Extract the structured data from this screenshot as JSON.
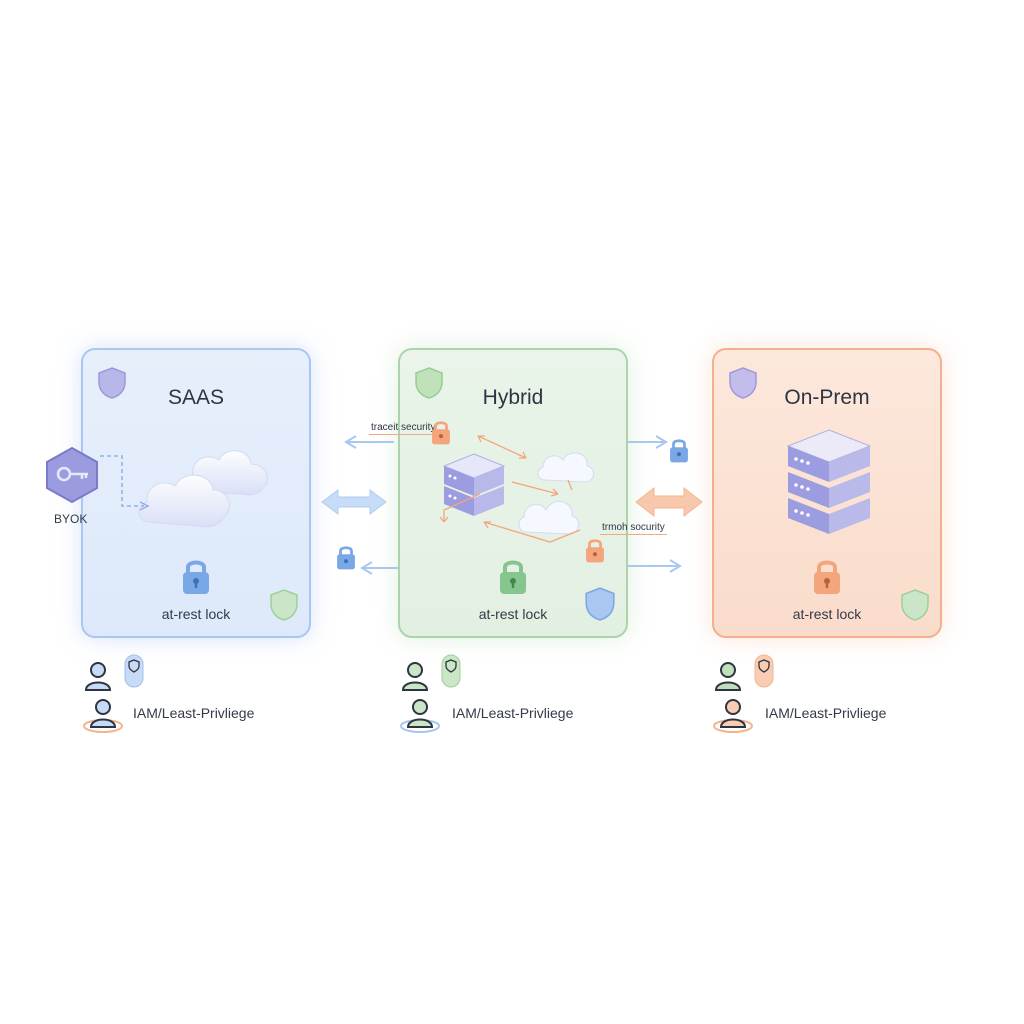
{
  "panels": [
    {
      "id": "saas",
      "title": "SAAS",
      "footer": "at-rest lock",
      "border": "#a9c7f0",
      "fill": "#e6effb",
      "accent": "#7aa8e6"
    },
    {
      "id": "hybrid",
      "title": "Hybrid",
      "footer": "at-rest lock",
      "border": "#acd3ac",
      "fill": "#e8f3e8",
      "accent": "#86c58e"
    },
    {
      "id": "onprem",
      "title": "On-Prem",
      "footer": "at-rest lock",
      "border": "#f2b08c",
      "fill": "#fbe3d6",
      "accent": "#f4a57c"
    }
  ],
  "byok": {
    "label": "BYOK"
  },
  "transit_labels": {
    "left": "traceit security",
    "right": "trmoh socurity"
  },
  "iam": {
    "saas": "IAM/Least-Privliege",
    "hybrid": "IAM/Least-Privliege",
    "onprem": "IAM/Least-Privliege"
  },
  "colors": {
    "shield_purple": "#b3b3e6",
    "shield_green": "#b9dfb4",
    "shield_blue": "#9fc0ef",
    "server_purple": "#9c9ce0",
    "arrow_blue": "#a9c7f0",
    "arrow_orange": "#f4b48f"
  },
  "icons": [
    "shield-icon",
    "cloud-icon",
    "lock-icon",
    "key-icon",
    "server-icon",
    "user-icon",
    "arrow-icon"
  ]
}
